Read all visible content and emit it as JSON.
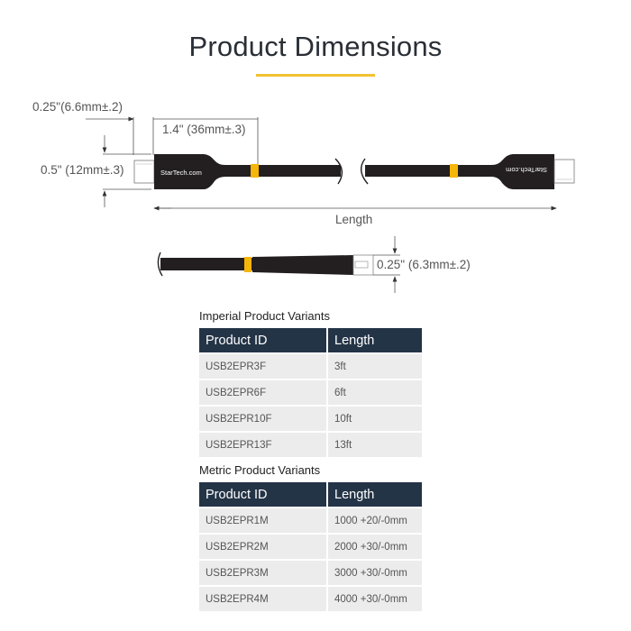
{
  "header": {
    "title": "Product Dimensions",
    "accent_color": "#f2c230"
  },
  "diagram": {
    "connector_tip_width": "0.25\"(6.6mm±.2)",
    "connector_body_length": "1.4\" (36mm±.3)",
    "connector_height": "0.5\" (12mm±.3)",
    "cable_length": "Length",
    "connector_tip_height": "0.25\" (6.3mm±.2)",
    "brand_logo_text": "StarTech.com",
    "cable_color": "#231f20",
    "band_color": "#f5b50a"
  },
  "imperial": {
    "caption": "Imperial Product Variants",
    "headers": [
      "Product ID",
      "Length"
    ],
    "rows": [
      [
        "USB2EPR3F",
        "3ft"
      ],
      [
        "USB2EPR6F",
        "6ft"
      ],
      [
        "USB2EPR10F",
        "10ft"
      ],
      [
        "USB2EPR13F",
        "13ft"
      ]
    ]
  },
  "metric": {
    "caption": "Metric Product Variants",
    "headers": [
      "Product ID",
      "Length"
    ],
    "rows": [
      [
        "USB2EPR1M",
        "1000 +20/-0mm"
      ],
      [
        "USB2EPR2M",
        "2000 +30/-0mm"
      ],
      [
        "USB2EPR3M",
        "3000 +30/-0mm"
      ],
      [
        "USB2EPR4M",
        "4000 +30/-0mm"
      ]
    ]
  }
}
